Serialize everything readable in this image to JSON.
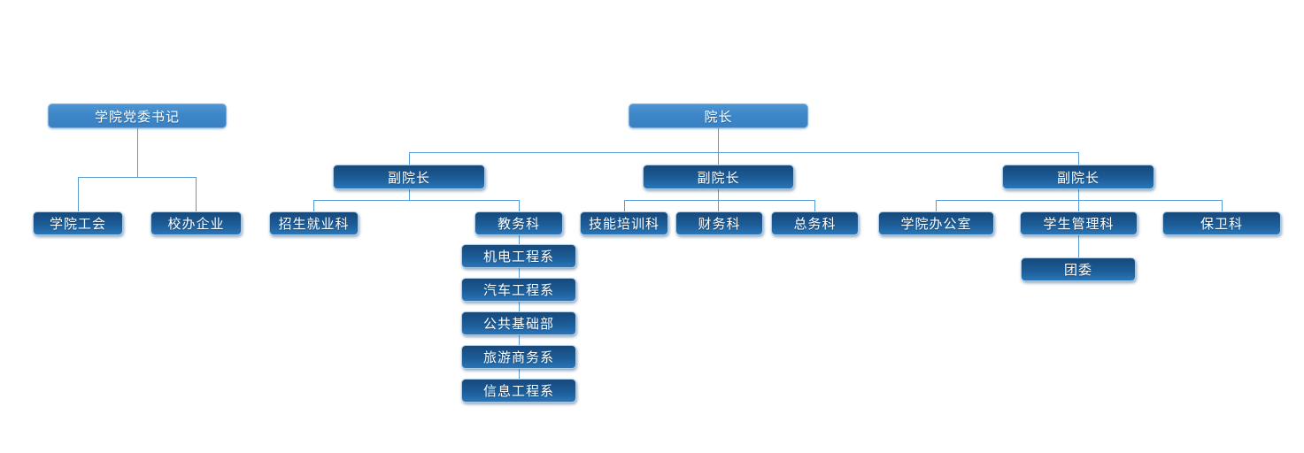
{
  "diagram": {
    "type": "org-chart",
    "background": "#ffffff",
    "colors": {
      "top_level_box": "#3d86c8",
      "sub_box_gradient_top": "#16497c",
      "sub_box_gradient_bottom": "#2a76b8",
      "box_border": "#a9cce9",
      "connector": "#5b9bd5",
      "text": "#ffffff"
    },
    "nodes": {
      "party_secretary": {
        "label": "学院党委书记",
        "level": 1
      },
      "president": {
        "label": "院长",
        "level": 1
      },
      "vp1": {
        "label": "副院长",
        "level": 2
      },
      "vp2": {
        "label": "副院长",
        "level": 2
      },
      "vp3": {
        "label": "副院长",
        "level": 2
      },
      "union": {
        "label": "学院工会",
        "level": 3
      },
      "school_enterprise": {
        "label": "校办企业",
        "level": 3
      },
      "admissions": {
        "label": "招生就业科",
        "level": 3
      },
      "academic_affairs": {
        "label": "教务科",
        "level": 3
      },
      "skills_training": {
        "label": "技能培训科",
        "level": 3
      },
      "finance": {
        "label": "财务科",
        "level": 3
      },
      "general_affairs": {
        "label": "总务科",
        "level": 3
      },
      "college_office": {
        "label": "学院办公室",
        "level": 3
      },
      "student_management": {
        "label": "学生管理科",
        "level": 3
      },
      "security": {
        "label": "保卫科",
        "level": 3
      },
      "youth_league": {
        "label": "团委",
        "level": 4
      },
      "mech_elec_dept": {
        "label": "机电工程系",
        "level": 4
      },
      "automotive_dept": {
        "label": "汽车工程系",
        "level": 4
      },
      "public_foundation_dept": {
        "label": "公共基础部",
        "level": 4
      },
      "tourism_business_dept": {
        "label": "旅游商务系",
        "level": 4
      },
      "info_engineering_dept": {
        "label": "信息工程系",
        "level": 4
      }
    },
    "edges": [
      {
        "from": "party_secretary",
        "to": "union"
      },
      {
        "from": "party_secretary",
        "to": "school_enterprise"
      },
      {
        "from": "president",
        "to": "vp1"
      },
      {
        "from": "president",
        "to": "vp2"
      },
      {
        "from": "president",
        "to": "vp3"
      },
      {
        "from": "vp1",
        "to": "admissions"
      },
      {
        "from": "vp1",
        "to": "academic_affairs"
      },
      {
        "from": "academic_affairs",
        "to": "mech_elec_dept"
      },
      {
        "from": "mech_elec_dept",
        "to": "automotive_dept"
      },
      {
        "from": "automotive_dept",
        "to": "public_foundation_dept"
      },
      {
        "from": "public_foundation_dept",
        "to": "tourism_business_dept"
      },
      {
        "from": "tourism_business_dept",
        "to": "info_engineering_dept"
      },
      {
        "from": "vp2",
        "to": "skills_training"
      },
      {
        "from": "vp2",
        "to": "finance"
      },
      {
        "from": "vp2",
        "to": "general_affairs"
      },
      {
        "from": "vp3",
        "to": "college_office"
      },
      {
        "from": "vp3",
        "to": "student_management"
      },
      {
        "from": "vp3",
        "to": "security"
      },
      {
        "from": "student_management",
        "to": "youth_league"
      }
    ]
  }
}
